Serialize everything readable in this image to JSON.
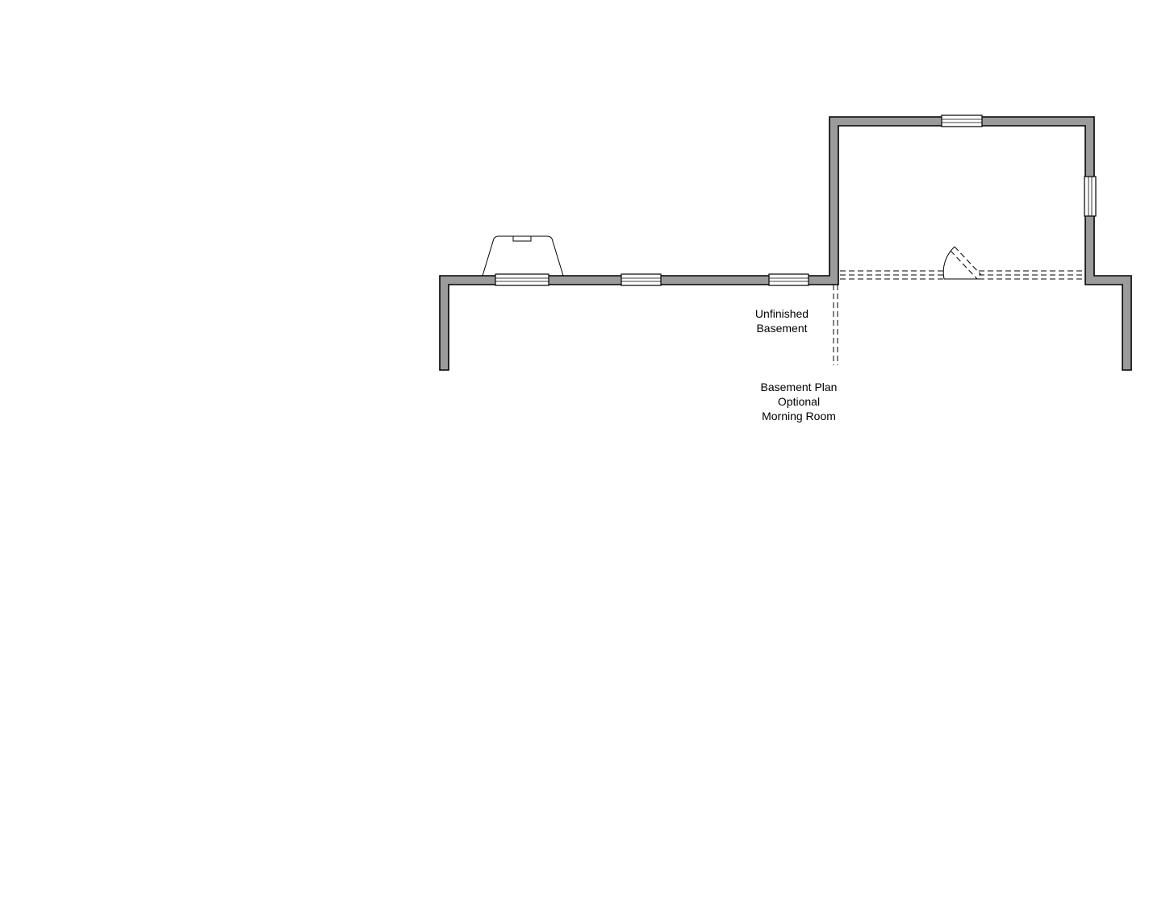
{
  "plan": {
    "room_label": [
      "Unfinished",
      "Basement"
    ],
    "caption": [
      "Basement Plan",
      "Optional",
      "Morning Room"
    ]
  },
  "colors": {
    "wall_fill": "#9b9b9b",
    "line": "#000000",
    "background": "#ffffff"
  }
}
